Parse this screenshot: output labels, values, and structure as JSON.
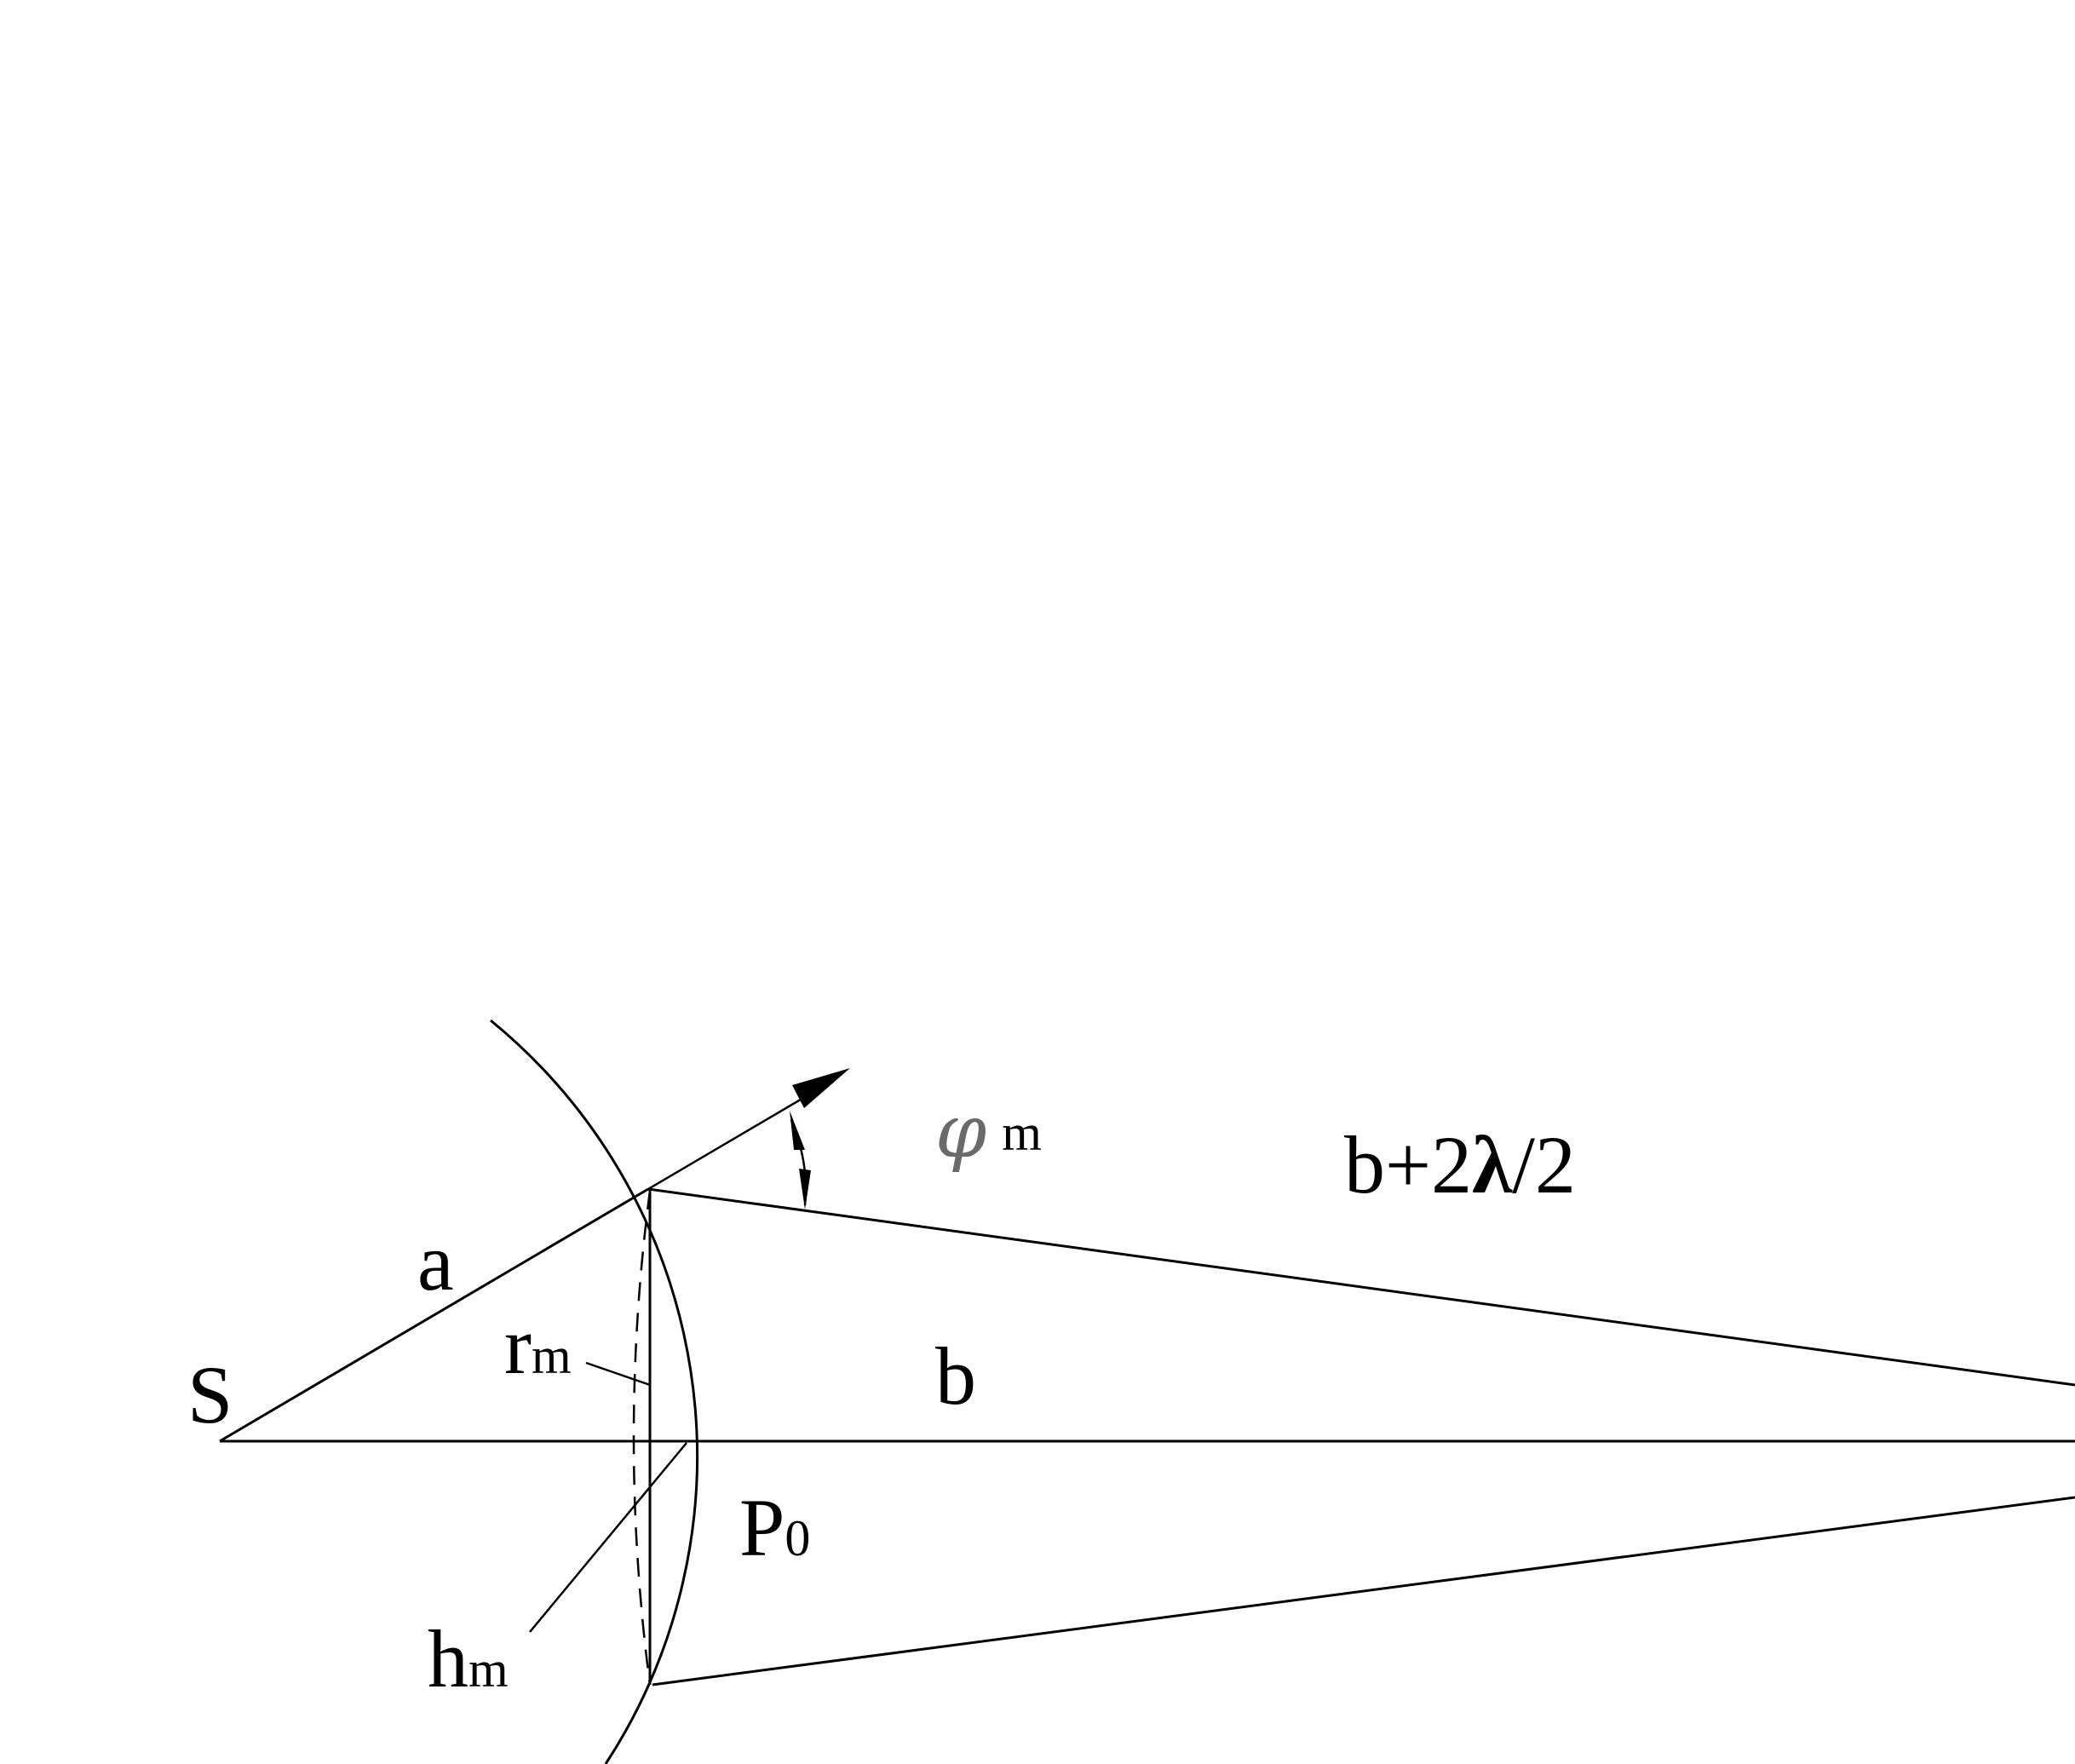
{
  "labels": {
    "source": "S",
    "incident_ray": "a",
    "axis_distance": "b",
    "zone_radius_symbol": "r",
    "zone_radius_sub": "m",
    "sagitta_symbol": "h",
    "sagitta_sub": "m",
    "observation_point_symbol": "P",
    "observation_point_sub": "0",
    "angle_symbol": "φ",
    "angle_sub": "m",
    "path_prefix": "b+2",
    "path_lambda": "λ",
    "path_suffix": "/2"
  },
  "colors": {
    "stroke": "#000000",
    "angle_symbol": "#6a6a6a",
    "background": "#ffffff"
  }
}
